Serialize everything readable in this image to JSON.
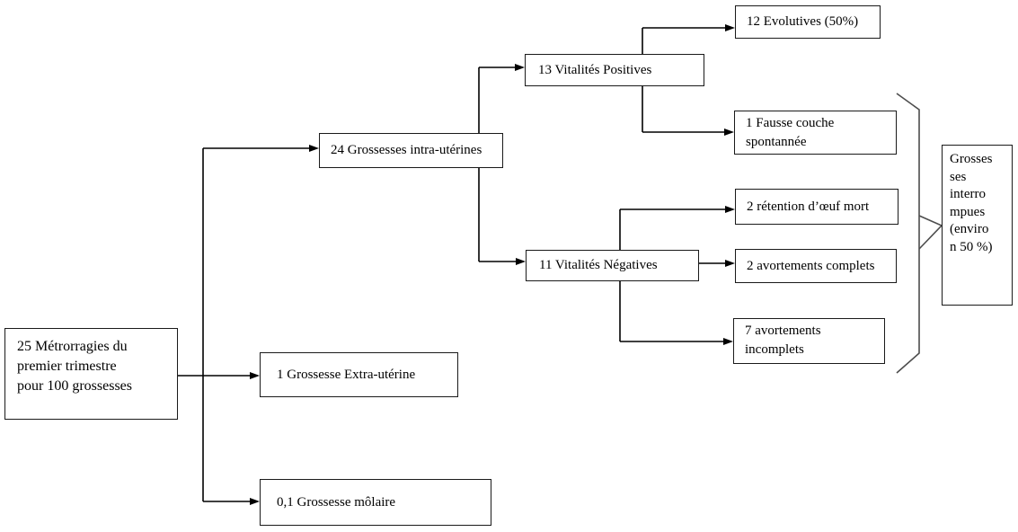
{
  "diagram": {
    "type": "flowchart",
    "language": "fr",
    "colors": {
      "background": "#ffffff",
      "box_border": "#1a1a1a",
      "line": "#000000",
      "bracket": "#4d4d4d",
      "text": "#000000"
    },
    "nodes": {
      "metrorragies": "25 Métrorragies du\npremier trimestre\npour 100 grossesses",
      "intra_uterines": "24 Grossesses intra-utérines",
      "extra_uterine": "1 Grossesse Extra-utérine",
      "molaire": "0,1 Grossesse môlaire",
      "vitalites_positives": "13 Vitalités Positives",
      "evolutives": "12 Evolutives (50%)",
      "fausse_couche": "1 Fausse couche\nspontannée",
      "retention_oeuf_mort": "2 rétention d’œuf mort",
      "vitalites_negatives": "11 Vitalités Négatives",
      "avortements_complets": "2 avortements complets",
      "avortements_incomplets": "7 avortements\nincomplets",
      "grossesses_interrompues": "Grosses\nses\ninterro\nmpues\n(enviro\nn 50 %)"
    },
    "edges": [
      {
        "from": "metrorragies",
        "to": "intra_uterines"
      },
      {
        "from": "metrorragies",
        "to": "extra_uterine"
      },
      {
        "from": "metrorragies",
        "to": "molaire"
      },
      {
        "from": "intra_uterines",
        "to": "vitalites_positives"
      },
      {
        "from": "intra_uterines",
        "to": "vitalites_negatives"
      },
      {
        "from": "vitalites_positives",
        "to": "evolutives"
      },
      {
        "from": "vitalites_positives",
        "to": "fausse_couche"
      },
      {
        "from": "vitalites_negatives",
        "to": "retention_oeuf_mort"
      },
      {
        "from": "vitalites_negatives",
        "to": "avortements_complets"
      },
      {
        "from": "vitalites_negatives",
        "to": "avortements_incomplets"
      },
      {
        "bracket_groups": [
          "fausse_couche",
          "retention_oeuf_mort",
          "avortements_complets",
          "avortements_incomplets"
        ],
        "to": "grossesses_interrompues"
      }
    ]
  }
}
